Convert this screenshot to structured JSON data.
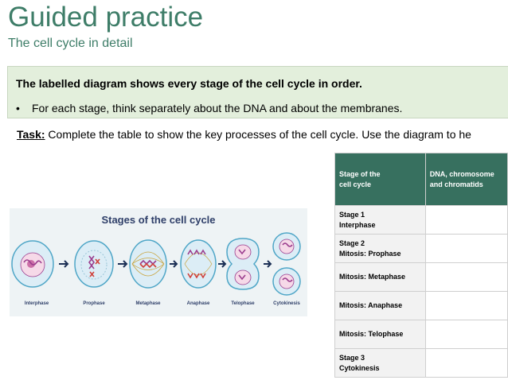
{
  "slide": {
    "title": "Guided practice",
    "subtitle": "The cell cycle in detail"
  },
  "callout": {
    "heading": "The labelled diagram shows every stage of the cell cycle in order.",
    "bullet_marker": "•",
    "bullet": "For each stage, think separately about the DNA and about the membranes."
  },
  "task": {
    "label": "Task:",
    "text": " Complete the table to show the key processes of the cell cycle. Use the diagram to he"
  },
  "diagram": {
    "title": "Stages of the cell cycle",
    "stages": [
      "Interphase",
      "Prophase",
      "Metaphase",
      "Anaphase",
      "Telophase",
      "Cytokinesis"
    ],
    "colors": {
      "cell_fill": "#dcedf6",
      "cell_outline": "#4fa6c7",
      "nucleus_fill": "#f6d9e8",
      "chromosome": "#9b3d8e",
      "chromosome_red": "#d0403a",
      "spindle": "#c9a33c",
      "arrow": "#1c2f55"
    }
  },
  "table": {
    "headers": [
      {
        "line1": "Stage of the",
        "line2": "cell cycle"
      },
      {
        "line1": "DNA, chromosome",
        "line2": "and chromatids"
      }
    ],
    "rows": [
      {
        "line1": "Stage 1",
        "line2": "Interphase"
      },
      {
        "line1": "Stage 2",
        "line2": "Mitosis: Prophase"
      },
      {
        "line1": "Mitosis: Metaphase",
        "line2": ""
      },
      {
        "line1": "Mitosis: Anaphase",
        "line2": ""
      },
      {
        "line1": "Mitosis: Telophase",
        "line2": ""
      },
      {
        "line1": "Stage 3",
        "line2": "Cytokinesis"
      }
    ]
  }
}
